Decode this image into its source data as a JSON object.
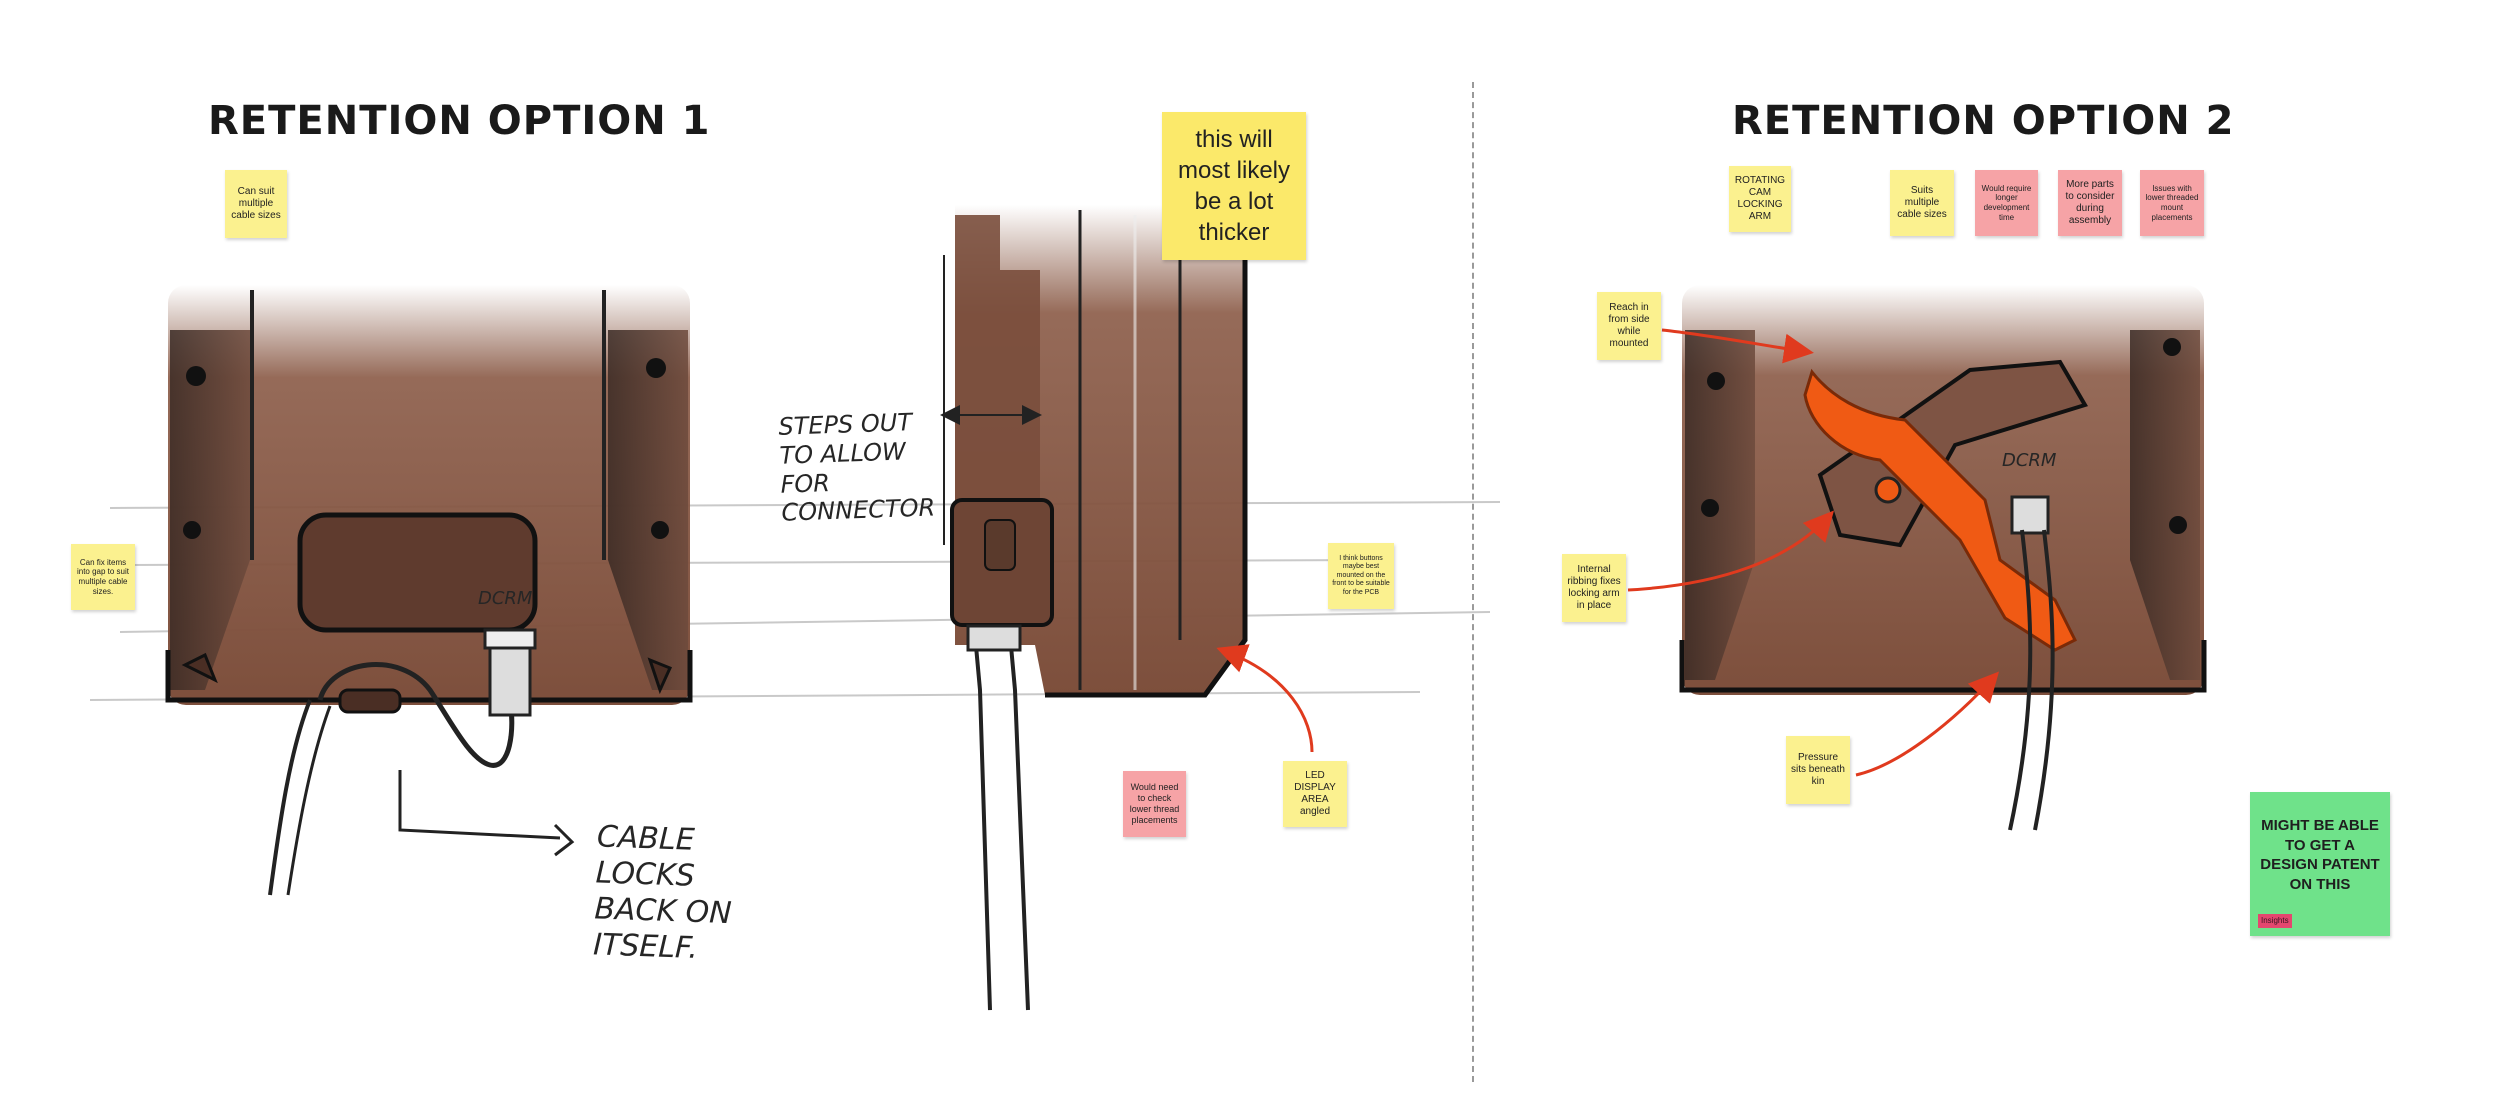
{
  "sections": {
    "option1_title": "RETENTION OPTION 1",
    "option2_title": "RETENTION OPTION 2"
  },
  "sketch_labels": {
    "stepped_out": "STEPS OUT TO ALLOW FOR CONNECTOR",
    "cable_locks": "CABLE LOCKS BACK ON ITSELF.",
    "device_brand": "DCRM"
  },
  "notes": {
    "cable_sizes_1": "Can suit multiple cable sizes",
    "fix_items": "Can fix items into gap to suit multiple cable sizes.",
    "thicker": "this will most likely be a lot thicker",
    "button_note": "I think buttons maybe best mounted on the front to be suitable for the PCB",
    "led_display": "LED DISPLAY AREA angled",
    "thread_check": "Would need to check lower thread placements",
    "rotating_cam": "ROTATING CAM LOCKING ARM",
    "suits_cable": "Suits multiple cable sizes",
    "longer_dev": "Would require longer development time",
    "more_parts": "More parts to consider during assembly",
    "issues_thread": "Issues with lower threaded mount placements",
    "reach_in": "Reach in from side while mounted",
    "internal_ribbing": "Internal ribbing fixes locking arm in place",
    "pressure": "Pressure sits beneath kin",
    "patent": "MIGHT BE ABLE TO GET A DESIGN PATENT ON THIS",
    "patent_tag": "Insights"
  },
  "colors": {
    "sticky_yellow": "#fbf18f",
    "sticky_pink": "#f6a3a6",
    "sticky_green": "#6fe28a",
    "device_brown": "#8a5a46",
    "arm_orange": "#f05a14",
    "arrow_red": "#e03a1e"
  }
}
